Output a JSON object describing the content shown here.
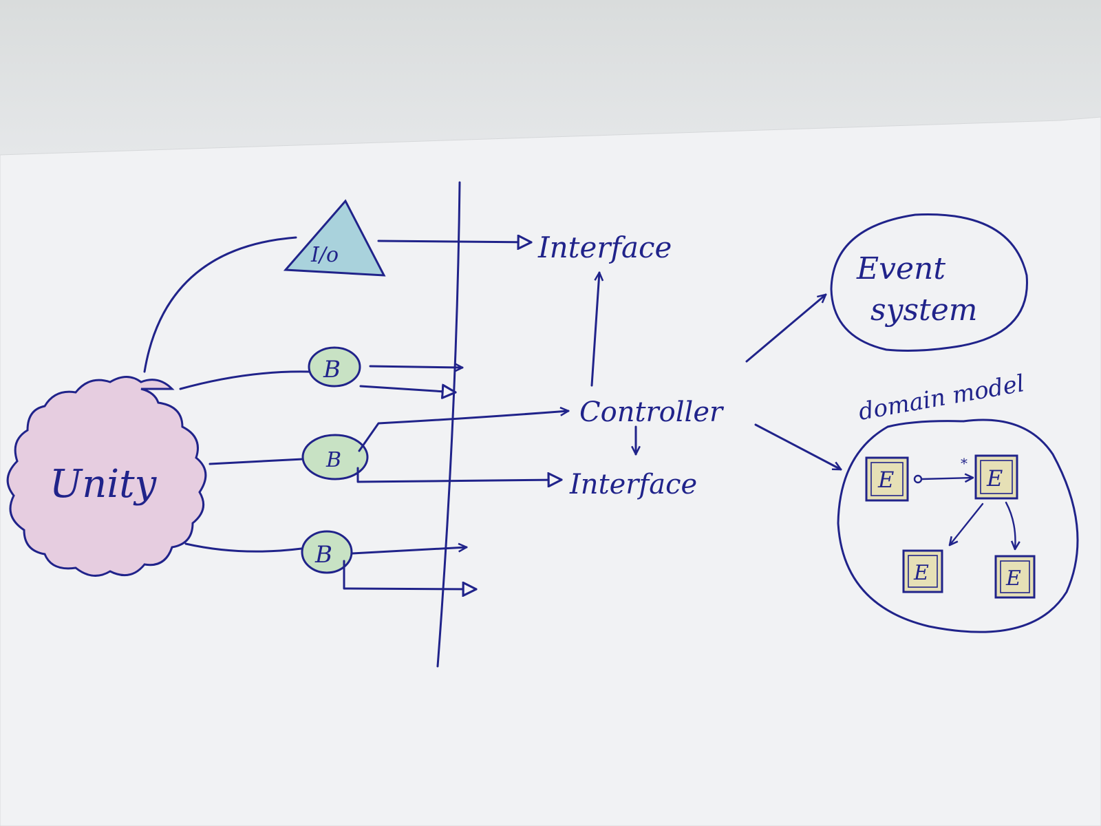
{
  "nodes": {
    "unity": "Unity",
    "io": "I/o",
    "b_top": "B",
    "b_mid": "B",
    "b_bottom": "B",
    "interface_top": "Interface",
    "controller": "Controller",
    "interface_bottom": "Interface",
    "event_system_line1": "Event",
    "event_system_line2": "system",
    "domain_model": "domain model",
    "entity": "E",
    "multiplicity": "*"
  },
  "colors": {
    "ink": "#20238a",
    "unity_fill": "#e6cde0",
    "io_fill": "#a9d2dc",
    "b_fill": "#c8e2c4",
    "entity_fill": "#e6e0b6"
  }
}
